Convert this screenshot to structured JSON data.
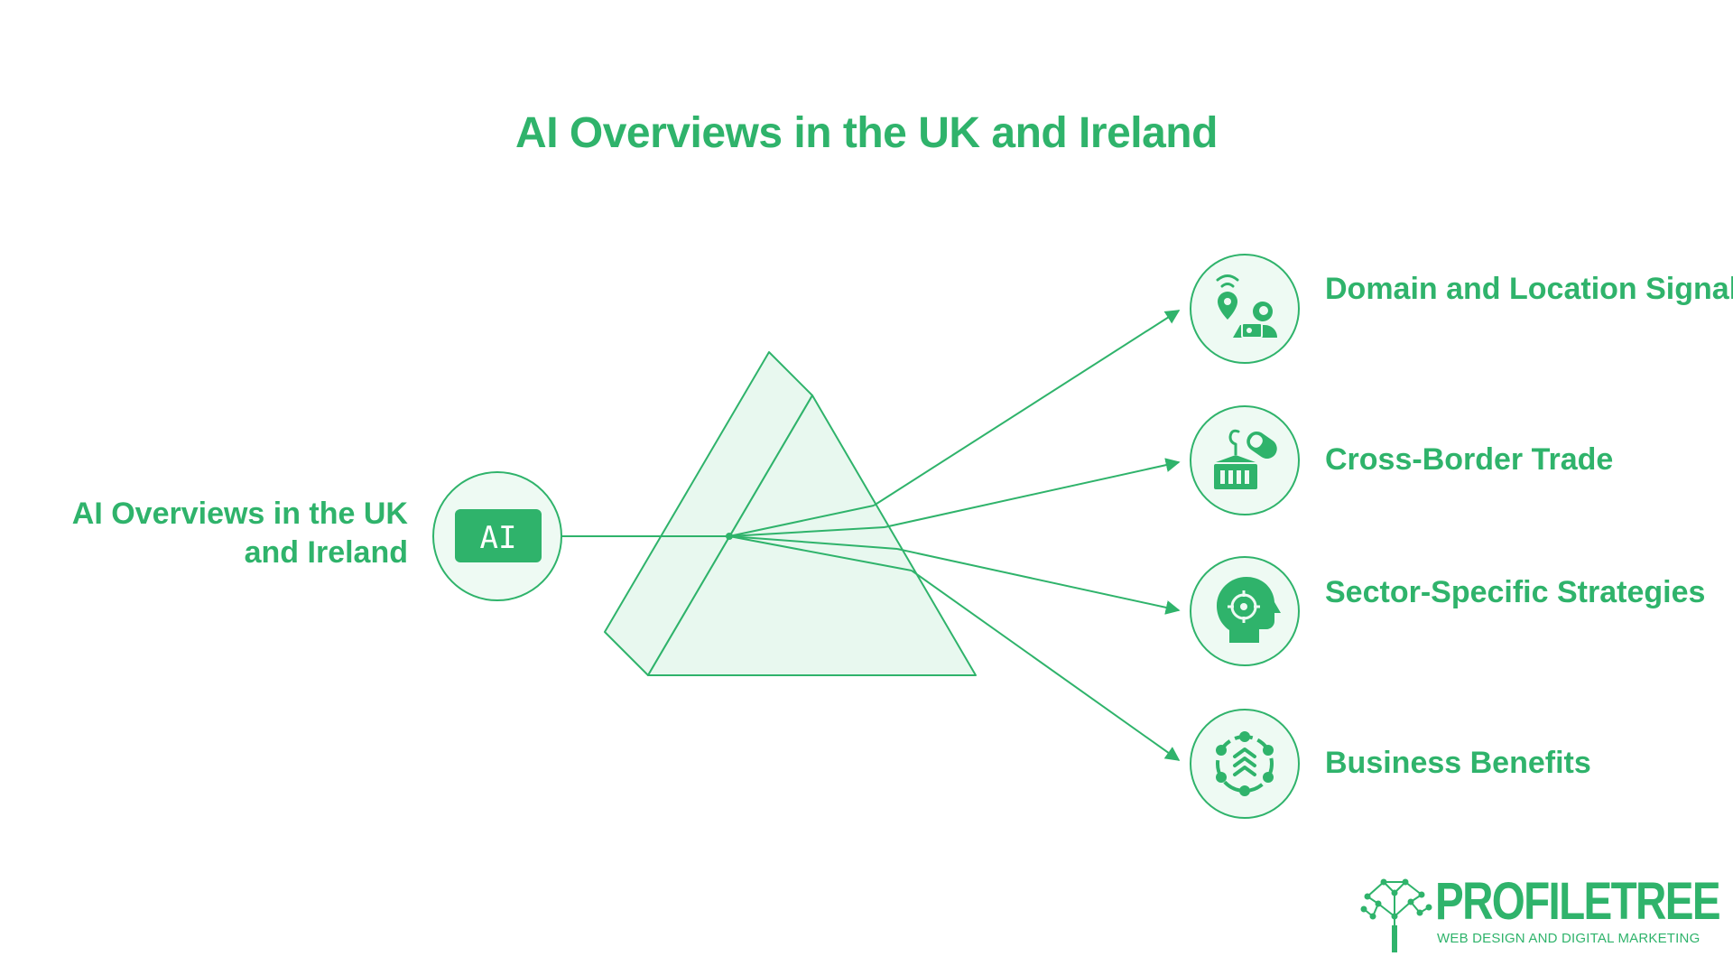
{
  "title": "AI Overviews in the UK and Ireland",
  "source": {
    "label": "AI Overviews in the UK and Ireland",
    "badge": "AI"
  },
  "outputs": [
    {
      "label": "Domain and Location Signals",
      "icon": "location-signal-icon"
    },
    {
      "label": "Cross-Border Trade",
      "icon": "cross-border-trade-icon"
    },
    {
      "label": "Sector-Specific Strategies",
      "icon": "head-target-icon"
    },
    {
      "label": "Business Benefits",
      "icon": "network-benefits-icon"
    }
  ],
  "logo": {
    "wordmark": "PROFILETREE",
    "tagline": "WEB DESIGN AND DIGITAL MARKETING"
  },
  "colors": {
    "accent": "#2fb36b",
    "prism_fill": "#e8f8ef",
    "circle_fill": "#eefaf3"
  }
}
